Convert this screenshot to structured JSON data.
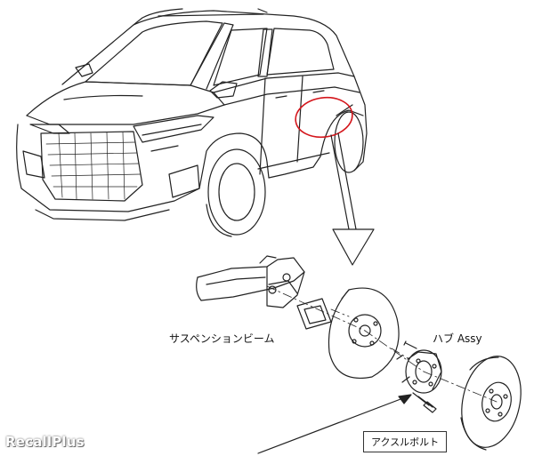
{
  "labels": {
    "suspension_beam": "サスペンションビーム",
    "hub_assy": "ハブ Assy",
    "axle_bolt": "アクスルボルト"
  },
  "watermark": "RecallPlus",
  "colors": {
    "line": "#222222",
    "highlight": "#d4161c",
    "background": "#ffffff"
  }
}
